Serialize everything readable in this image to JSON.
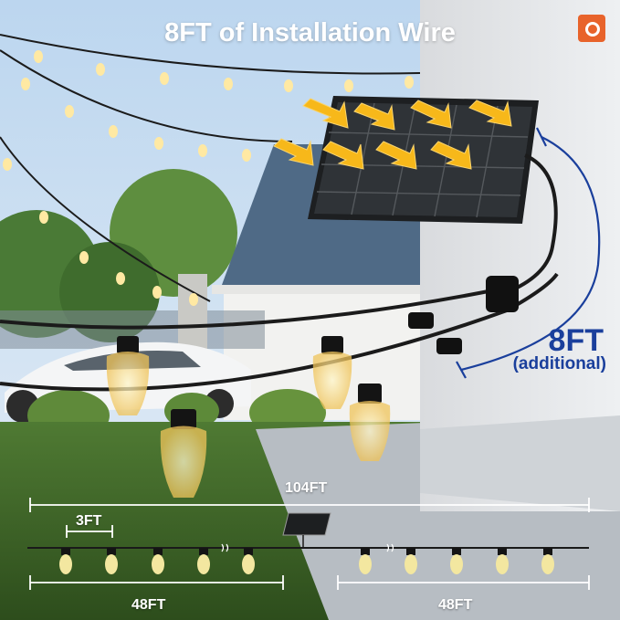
{
  "headline": "8FT of Installation Wire",
  "cable_note": {
    "length": "8FT",
    "qualifier": "(additional)"
  },
  "diagram": {
    "total_length": "104FT",
    "bulb_spacing": "3FT",
    "left_string": "48FT",
    "right_string": "48FT"
  },
  "icons": {
    "brand": "brand-logo-icon",
    "sun": "sunlight-arrow-icon",
    "panel": "solar-panel-icon"
  },
  "colors": {
    "label_blue": "#1a3f9c",
    "arrow_yellow": "#f7b81a",
    "brand_orange": "#e8632b"
  }
}
